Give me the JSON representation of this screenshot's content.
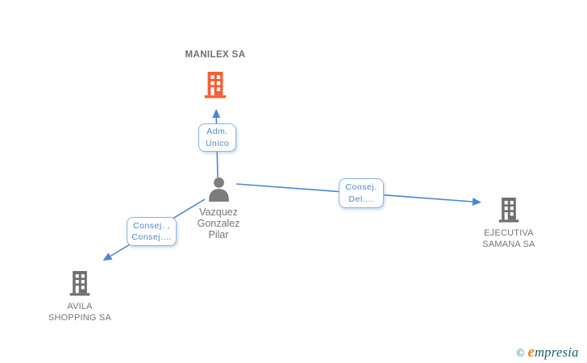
{
  "colors": {
    "edge_blue": "#4a86d4",
    "box_border_blue": "#85b4e8",
    "box_text_blue": "#4a86c8",
    "label_gray": "#757575",
    "building_gray": "#6f6f6f",
    "person_gray": "#7d7d7d",
    "building_orange": "#f55d35",
    "watermark_teal": "#1b7f93",
    "watermark_dark_teal": "#14606d",
    "watermark_orange": "#ef8018"
  },
  "nodes": {
    "manilex": {
      "label": "MANILEX SA"
    },
    "person": {
      "line1": "Vazquez",
      "line2": "Gonzalez",
      "line3": "Pilar"
    },
    "ejecutiva": {
      "line1": "EJECUTIVA",
      "line2": "SAMANA SA"
    },
    "avila": {
      "line1": "AVILA",
      "line2": "SHOPPING SA"
    }
  },
  "edges": {
    "adm_unico": {
      "line1": "Adm.",
      "line2": "Unico"
    },
    "consej_del": {
      "line1": "Consej.",
      "line2": "Del...."
    },
    "consej_consej": {
      "line1": "Consej. ,",
      "line2": "Consej...."
    }
  },
  "watermark": {
    "copyright": "©",
    "brand_initial": "e",
    "brand_rest": "mpresia"
  }
}
